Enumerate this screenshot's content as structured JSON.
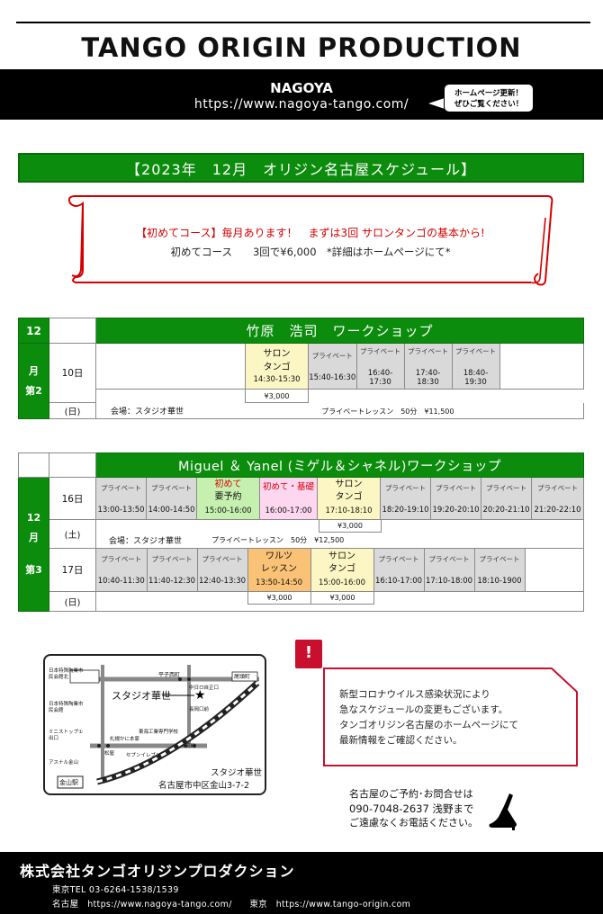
{
  "header": {
    "title": "TANGO ORIGIN PRODUCTION",
    "city": "NAGOYA",
    "url": "https://www.nagoya-tango.com/",
    "bubble_line1": "ホームページ更新！",
    "bubble_line2": "ぜひご覧ください！"
  },
  "schedule_title": "【2023年　12月　オリジン名古屋スケジュール】",
  "banner": {
    "line1": "【初めてコース】毎月あります！　まずは3回 サロンタンゴの基本から!",
    "line2": "初めてコース　　3回で¥6,000　*詳細はホームページにて*"
  },
  "ws1": {
    "month_num": "12",
    "month_char": "月",
    "week": "第2",
    "title": "竹原　浩司　ワークショップ",
    "date": "10日",
    "weekday": "(日)",
    "venue": "会場：スタジオ華世",
    "private_note": "プライベートレッスン　50分　¥11,500",
    "salon_line1": "サロン",
    "salon_line2": "タンゴ",
    "salon_time": "14:30-15:30",
    "salon_price": "¥3,000",
    "privates": [
      {
        "label": "プライベート",
        "time": "15:40-16:30"
      },
      {
        "label": "プライベート",
        "time": "16:40-17:30"
      },
      {
        "label": "プライベート",
        "time": "17:40-18:30"
      },
      {
        "label": "プライベート",
        "time": "18:40-19:30"
      }
    ]
  },
  "ws2": {
    "title": "Miguel ＆ Yanel (ミゲル＆シャネル)ワークショップ",
    "month_num": "12",
    "month_char": "月",
    "week": "第3",
    "day1": {
      "date": "16日",
      "weekday": "(土)",
      "venue": "会場：スタジオ華世",
      "private_note": "プライベートレッスン　50分　¥12,500",
      "slots": [
        {
          "label": "プライベート",
          "time": "13:00-13:50"
        },
        {
          "label": "プライベート",
          "time": "14:00-14:50"
        },
        {
          "label": "初めて",
          "label2": "要予約",
          "time": "15:00-16:00"
        },
        {
          "label": "初めて・基礎",
          "label2": "",
          "time": "16:00-17:00"
        },
        {
          "label": "サロン",
          "label2": "タンゴ",
          "time": "17:10-18:10"
        },
        {
          "label": "プライベート",
          "time": "18:20-19:10"
        },
        {
          "label": "プライベート",
          "time": "19:20-20:10"
        },
        {
          "label": "プライベート",
          "time": "20:20-21:10"
        },
        {
          "label": "プライベート",
          "time": "21:20-22:10"
        }
      ],
      "salon_price": "¥3,000"
    },
    "day2": {
      "date": "17日",
      "weekday": "(日)",
      "slots": [
        {
          "label": "プライベート",
          "time": "10:40-11:30"
        },
        {
          "label": "プライベート",
          "time": "11:40-12:30"
        },
        {
          "label": "プライベート",
          "time": "12:40-13:30"
        },
        {
          "label": "ワルツ",
          "label2": "レッスン",
          "time": "13:50-14:50"
        },
        {
          "label": "サロン",
          "label2": "タンゴ",
          "time": "15:00-16:00"
        },
        {
          "label": "プライベート",
          "time": "16:10-17:00"
        },
        {
          "label": "プライベート",
          "time": "17:10-18:00"
        },
        {
          "label": "プライベート",
          "time": "18:10-1900"
        }
      ],
      "waltz_price": "¥3,000",
      "salon_price": "¥3,000"
    }
  },
  "map": {
    "studio": "スタジオ華世",
    "address_name": "スタジオ華世",
    "address": "名古屋市中区金山3-7-2",
    "labels": [
      "日本特殊陶業市民会館北",
      "平子西町",
      "尾頭町",
      "中日ロ自正口",
      "長岡口前",
      "日本特殊陶業市民会館",
      "ミニストップ①出口",
      "札幌かに本家",
      "松屋",
      "セブンイレブン",
      "東海工業専門学校",
      "流町",
      "アスナル金山",
      "金山駅"
    ]
  },
  "notice": {
    "lines": [
      "新型コロナウイルス感染状況により",
      "急なスケジュールの変更もございます。",
      "タンゴオリジン名古屋のホームページにて",
      "最新情報をご確認ください。"
    ]
  },
  "contact": {
    "line1": "名古屋のご予約･お問合せは",
    "line2": "090-7048-2637 浅野まで",
    "line3": "ご遠慮なくお電話ください。"
  },
  "footer": {
    "company": "株式会社タンゴオリジンプロダクション",
    "tel": "東京TEL 03-6264-1538/1539",
    "urls": "名古屋　https://www.nagoya-tango.com/　　東京　https://www.tango-origin.com"
  },
  "colors": {
    "accent_green": "#0c8c0c",
    "alert_red": "#d50000"
  }
}
